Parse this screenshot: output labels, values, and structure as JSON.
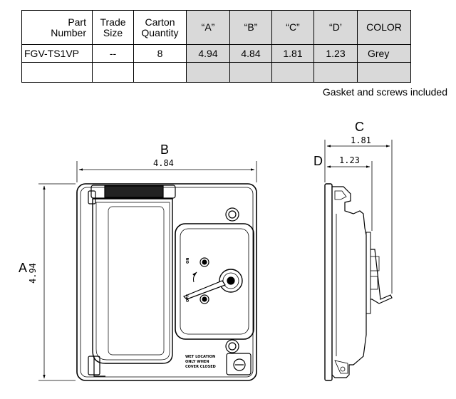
{
  "table": {
    "headers": {
      "part_number": [
        "Part",
        "Number"
      ],
      "trade_size": [
        "Trade",
        "Size"
      ],
      "carton_quantity": [
        "Carton",
        "Quantity"
      ],
      "a": "“A”",
      "b": "“B”",
      "c": "“C”",
      "d": "“D’",
      "color": "COLOR"
    },
    "row": {
      "part_number": "FGV-TS1VP",
      "trade_size": "--",
      "carton_quantity": "8",
      "a": "4.94",
      "b": "4.84",
      "c": "1.81",
      "d": "1.23",
      "color": "Grey"
    }
  },
  "note": "Gasket and screws included",
  "dimensions": {
    "a": {
      "letter": "A",
      "value": "4.94"
    },
    "b": {
      "letter": "B",
      "value": "4.84"
    },
    "c": {
      "letter": "C",
      "value": "1.81"
    },
    "d": {
      "letter": "D",
      "value": "1.23"
    }
  },
  "labels": {
    "on": "ON",
    "off": "OFF",
    "warning": [
      "WET LOCATION",
      "ONLY WHEN",
      "COVER CLOSED"
    ]
  }
}
